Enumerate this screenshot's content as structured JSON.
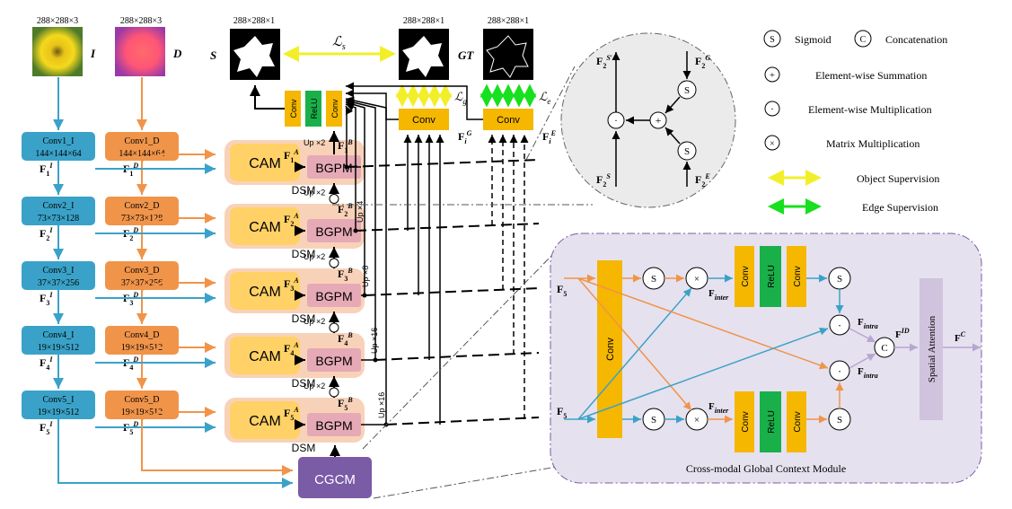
{
  "inputs": {
    "dim_rgb": "288×288×3",
    "dim_depth": "288×288×3",
    "label_rgb": "I",
    "label_depth": "D",
    "dim_s": "288×288×1",
    "dim_gt": "288×288×1",
    "dim_edge": "288×288×1",
    "label_s": "S",
    "label_gt": "GT"
  },
  "encoder_rgb": [
    {
      "name": "Conv1_I",
      "size": "144×144×64",
      "feat": "F",
      "sup": "I",
      "sub": "1"
    },
    {
      "name": "Conv2_I",
      "size": "73×73×128",
      "feat": "F",
      "sup": "I",
      "sub": "2"
    },
    {
      "name": "Conv3_I",
      "size": "37×37×256",
      "feat": "F",
      "sup": "I",
      "sub": "3"
    },
    {
      "name": "Conv4_I",
      "size": "19×19×512",
      "feat": "F",
      "sup": "I",
      "sub": "4"
    },
    {
      "name": "Conv5_I",
      "size": "19×19×512",
      "feat": "F",
      "sup": "I",
      "sub": "5"
    }
  ],
  "encoder_depth": [
    {
      "name": "Conv1_D",
      "size": "144×144×64",
      "feat": "F",
      "sup": "D",
      "sub": "1"
    },
    {
      "name": "Conv2_D",
      "size": "73×73×128",
      "feat": "F",
      "sup": "D",
      "sub": "2"
    },
    {
      "name": "Conv3_D",
      "size": "37×37×256",
      "feat": "F",
      "sup": "D",
      "sub": "3"
    },
    {
      "name": "Conv4_D",
      "size": "19×19×512",
      "feat": "F",
      "sup": "D",
      "sub": "4"
    },
    {
      "name": "Conv5_D",
      "size": "19×19×512",
      "feat": "F",
      "sup": "D",
      "sub": "5"
    }
  ],
  "stages": [
    {
      "cam": "CAM",
      "bgpm": "BGPM",
      "dsm": "DSM",
      "fa_sub": "1",
      "fb_sub": "1"
    },
    {
      "cam": "CAM",
      "bgpm": "BGPM",
      "dsm": "DSM",
      "fa_sub": "2",
      "fb_sub": "2"
    },
    {
      "cam": "CAM",
      "bgpm": "BGPM",
      "dsm": "DSM",
      "fa_sub": "3",
      "fb_sub": "3"
    },
    {
      "cam": "CAM",
      "bgpm": "BGPM",
      "dsm": "DSM",
      "fa_sub": "4",
      "fb_sub": "4"
    },
    {
      "cam": "CAM",
      "bgpm": "BGPM",
      "dsm": "DSM",
      "fa_sub": "5",
      "fb_sub": "5"
    }
  ],
  "feature": {
    "F": "F",
    "A": "A",
    "B": "B",
    "G": "G",
    "E": "E",
    "S": "S",
    "i": "i"
  },
  "upsample": {
    "up2": "Up ×2",
    "up4": "Up ×4",
    "up8": "Up ×8",
    "up16": "Up ×16"
  },
  "head": {
    "conv": "Conv",
    "relu": "ReLU"
  },
  "losses": {
    "ls": "ℒ",
    "ls_sub": "s",
    "lg_sub": "g",
    "le_sub": "e"
  },
  "cgcm": {
    "label": "CGCM",
    "title": "Cross-modal Global Context Module"
  },
  "cgcm_detail": {
    "conv": "Conv",
    "relu": "ReLU",
    "s": "S",
    "c": "C",
    "spatial_attention": "Spatial Attention",
    "inter": "inter",
    "intra": "intra",
    "id": "ID",
    "c_sup": "C"
  },
  "legend": {
    "sigmoid": "Sigmoid",
    "concatenation": "Concatenation",
    "summation": "Element-wise Summation",
    "multiplication": "Element-wise Multiplication",
    "matrix": "Matrix Multiplication",
    "object_supervision": "Object Supervision",
    "edge_supervision": "Edge Supervision",
    "sym_s": "S",
    "sym_c": "C",
    "sym_plus": "+",
    "sym_dot": "·",
    "sym_times": "×"
  },
  "colors": {
    "rgb_encoder": "#3aa2c8",
    "depth_encoder": "#f0944a",
    "cam": "#ffd166",
    "stage_bg": "#f8d2b8",
    "bgpm": "#e6a9b6",
    "conv": "#f5b700",
    "relu": "#19b04a",
    "cgcm": "#7a5ba6",
    "cgcm_panel": "#e6e1ee",
    "spatial_attention": "#cfc3dd",
    "yellow_arrow": "#f2ef2a",
    "green_arrow": "#17e01f"
  }
}
